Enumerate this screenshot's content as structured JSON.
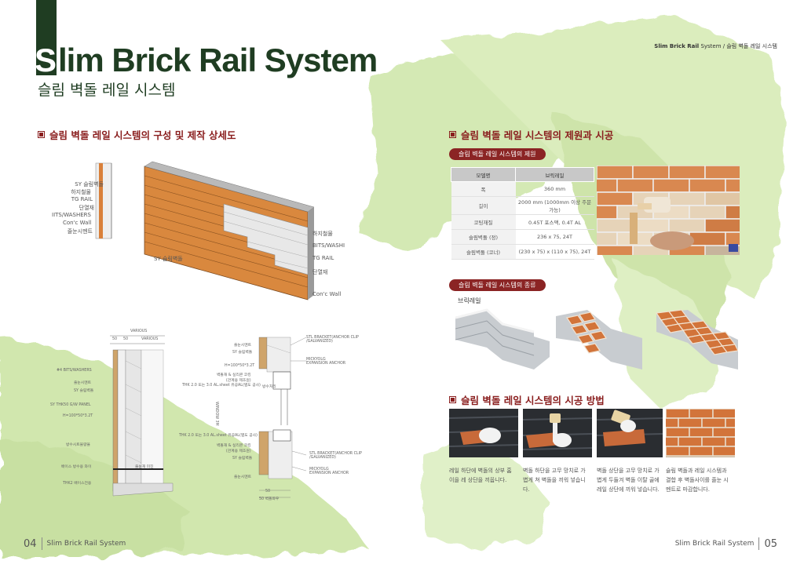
{
  "header": {
    "title_initial": "S",
    "title_rest": "lim Brick Rail System",
    "subtitle": "슬림 벽돌 레일 시스템",
    "top_right_bold": "Slim Brick Rail",
    "top_right_rest": " System / 슬림 벽돌 레일 시스템"
  },
  "left": {
    "section_title": "슬림 벽돌 레일 시스템의 구성 및 제작 상세도",
    "iso_left_labels": [
      "SY 슬림벽돌",
      "하지철물",
      "TG RAIL",
      "단열재",
      "IITS/WASHERS",
      "Con'c Wall",
      "줄눈시멘트"
    ],
    "iso_right_labels": [
      "하지철물",
      "BITS/WASHI",
      "TG RAIL",
      "단열재",
      "Con'c Wall"
    ],
    "iso_bottom_label": "SY 슬림벽돌",
    "detail_left_labels": [
      "VARIOUS",
      "50",
      "50",
      "VARIOUS",
      "#4 BITS/WASHERS",
      "줄눈시멘트",
      "SY 슬림벽돌",
      "SY THK50 G/W PANEL",
      "H=100*50*3.2T",
      "방수시트불량율",
      "배이스 방수용 와이",
      "THK2 배이스전용",
      "줄눈재 미진"
    ],
    "detail_mid_labels": [
      "줄눈시멘트",
      "SY 슬림벽돌",
      "H=100*50*3.2T",
      "벽돌재 & 실리콘 코킹\n(관계용 제조원)",
      "THK 2.0 또는 3.0 AL.sheet  유공AL(별도 공사)",
      "방수처리",
      "WINDOW 3M",
      "THK 2.0 또는 3.0 AL.sheet  유공AL(별도 공사)",
      "벽돌재 & 실리콘 코킹\n(관계용 제조원)",
      "SY 슬림벽돌",
      "줄눈시멘트",
      "50",
      "50 벽돌좌우"
    ],
    "detail_right_labels": [
      "STL BRACKET(ANCHOR CLIP\n/GALVANIZED)",
      "MICKYOLG\nEXPANSION ANCHOR",
      "STL BRACKET(ANCHOR CLIP\n/GALVANIZED)",
      "MICKYOLG\nEXPANSION ANCHOR"
    ]
  },
  "right": {
    "section1_title": "슬림 벽돌 레일 시스템의 제원과 시공",
    "spec_pill": "슬림 벽돌 레일 시스템의 제원",
    "spec_table": {
      "headers": [
        "모델명",
        "브릭레일"
      ],
      "rows": [
        [
          "폭",
          "360 mm"
        ],
        [
          "길이",
          "2000 mm (1000mm 이상 주문가능)"
        ],
        [
          "코팅재질",
          "0.45T 포스맥, 0.4T AL"
        ],
        [
          "슬림벽돌 (정)",
          "236 x 75, 24T"
        ],
        [
          "슬림벽돌 (코너)",
          "(230 x 75) x (110 x 75), 24T"
        ]
      ]
    },
    "types_pill": "슬림 벽돌 레일 시스템의 종류",
    "types_label": "브릭레일",
    "section2_title": "슬림 벽돌 레일 시스템의 시공 방법",
    "steps": [
      "레일 하단에 벽돌의 상부 홈이을 레 상단을 끼웁니다.",
      "벽돌 하단을 고무 망치로 가볍게 쳐 벽돌을 끼워 넣습니다.",
      "벽돌 상단을 고무 망치로 가볍게 두들겨 벽돌 이탈 골에 레일 상단에 끼워 넣습니다.",
      "슬림 벽돌과 레일 시스템과 결합 후 벽돌사이를 줄눈 시멘트로 마감합니다."
    ]
  },
  "footer": {
    "left_num": "04",
    "left_text": "Slim Brick Rail System",
    "right_text": "Slim Brick Rail System",
    "right_num": "05"
  },
  "colors": {
    "title_green": "#1f3d22",
    "accent_red": "#8a1e1e",
    "brush_green": "#b8d98a",
    "brick": "#d9803a"
  }
}
